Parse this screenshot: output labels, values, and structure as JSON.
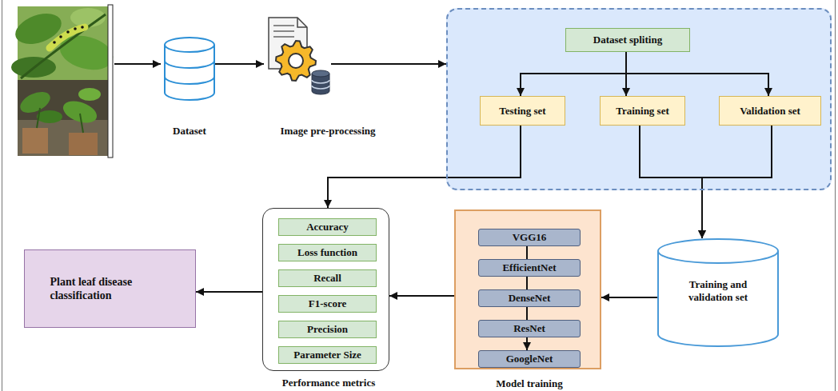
{
  "diagram": {
    "nodes": [
      {
        "text": [
          "Dataset"
        ]
      },
      {
        "text": [
          "Image pre-processing"
        ]
      },
      {
        "text": []
      },
      {
        "text": [
          "Dataset spliting"
        ],
        "in": 2
      },
      {
        "text": [
          "Testing set"
        ],
        "in": 2
      },
      {
        "text": [
          "Training set"
        ],
        "in": 2
      },
      {
        "text": [
          "Validation set"
        ],
        "in": 2
      },
      {
        "text": [
          "Plant leaf disease classification"
        ]
      },
      {
        "text": [
          "Performance metrics"
        ]
      },
      {
        "text": [
          "Accuracy"
        ],
        "in": 8
      },
      {
        "text": [
          "Loss function"
        ],
        "in": 8
      },
      {
        "text": [
          "Recall"
        ],
        "in": 8
      },
      {
        "text": [
          "F1-score"
        ],
        "in": 8
      },
      {
        "text": [
          "Precision"
        ],
        "in": 8
      },
      {
        "text": [
          "Parameter Size"
        ],
        "in": 8
      },
      {
        "text": [
          "Model training"
        ]
      },
      {
        "text": [
          "VGG16"
        ],
        "in": 15
      },
      {
        "text": [
          "EfficientNet"
        ],
        "in": 15
      },
      {
        "text": [
          "DenseNet"
        ],
        "in": 15
      },
      {
        "text": [
          "ResNet"
        ],
        "in": 15
      },
      {
        "text": [
          "GoogleNet"
        ],
        "in": 15
      },
      {
        "text": [
          "Training and validation set"
        ]
      }
    ],
    "edges": [
      {
        "from": 0,
        "to": 1,
        "arrow": "to"
      },
      {
        "from": 1,
        "to": 2,
        "arrow": "to"
      },
      {
        "from": 3,
        "to": 4,
        "arrow": "to"
      },
      {
        "from": 3,
        "to": 5,
        "arrow": "to"
      },
      {
        "from": 3,
        "to": 6,
        "arrow": "to"
      },
      {
        "from": 4,
        "to": 8,
        "arrow": "to"
      },
      {
        "from": 5,
        "to": 21,
        "arrow": "to"
      },
      {
        "from": 6,
        "to": 21,
        "arrow": "to"
      },
      {
        "from": 21,
        "to": 15,
        "arrow": "to"
      },
      {
        "from": 15,
        "to": 8,
        "arrow": "to"
      },
      {
        "from": 8,
        "to": 7,
        "arrow": "to"
      },
      {
        "from": 16,
        "to": 17,
        "arrow": "none"
      },
      {
        "from": 17,
        "to": 18,
        "arrow": "none"
      },
      {
        "from": 18,
        "to": 19,
        "arrow": "none"
      },
      {
        "from": 19,
        "to": 20,
        "arrow": "to"
      }
    ]
  }
}
